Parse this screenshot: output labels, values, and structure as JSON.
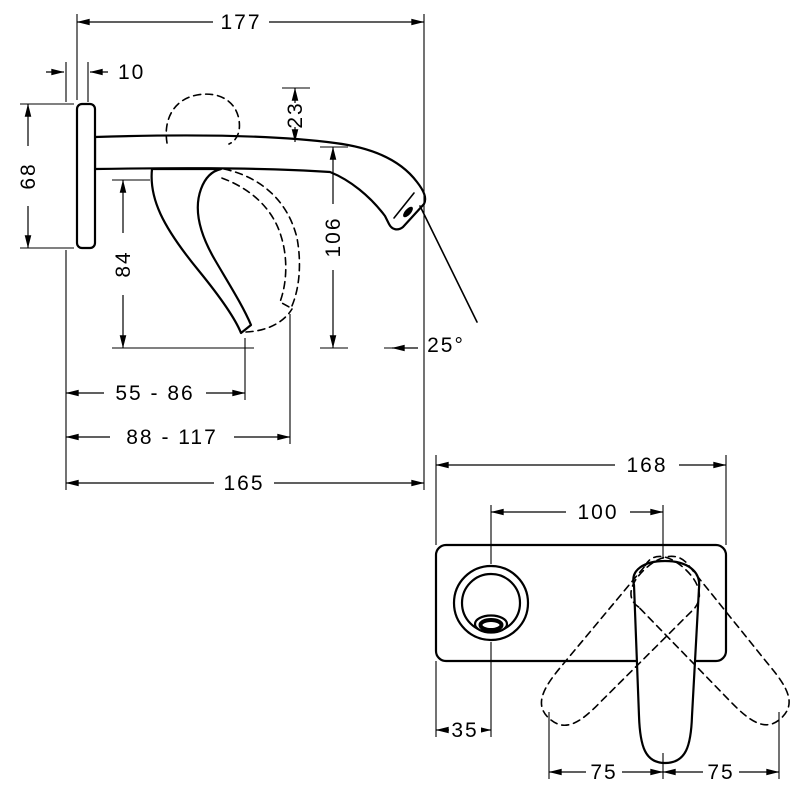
{
  "colors": {
    "background": "#ffffff",
    "line": "#000000"
  },
  "side_view": {
    "dims": {
      "total_width": "177",
      "plate_depth": "10",
      "plate_height": "68",
      "handle_length": "84",
      "spout_rise": "23",
      "outlet_height": "106",
      "range_inner": "55 - 86",
      "range_outer": "88 - 117",
      "spout_reach": "165",
      "spray_angle": "25°"
    }
  },
  "front_view": {
    "dims": {
      "plate_width": "168",
      "center_distance": "100",
      "spout_offset": "35",
      "left_span": "75",
      "right_span": "75"
    }
  }
}
